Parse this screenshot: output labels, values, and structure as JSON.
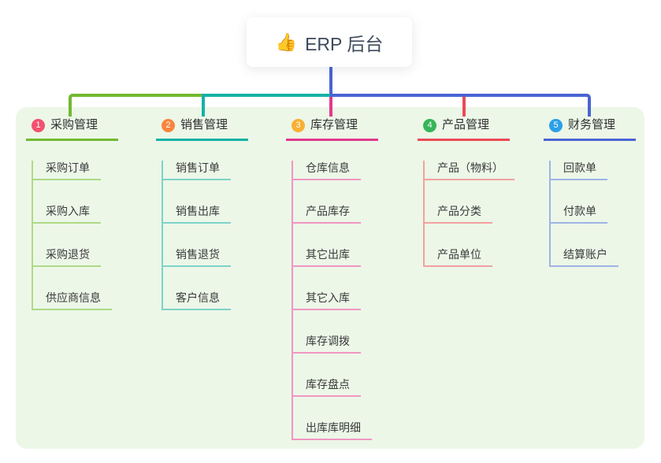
{
  "root": {
    "icon_char": "👍",
    "icon_color": "#f2c335",
    "title": "ERP 后台"
  },
  "canvas": {
    "background": "#ffffff",
    "panel_background": "#ecf7e8"
  },
  "connector": {
    "stem_color": "#4a64d4"
  },
  "branches": [
    {
      "num": "1",
      "label": "采购管理",
      "badge_color": "#f25270",
      "line_color": "#72b92f",
      "child_line_color": "#aed985",
      "children": [
        "采购订单",
        "采购入库",
        "采购退货",
        "供应商信息"
      ]
    },
    {
      "num": "2",
      "label": "销售管理",
      "badge_color": "#f9853e",
      "line_color": "#15b2a5",
      "child_line_color": "#7ed3c8",
      "children": [
        "销售订单",
        "销售出库",
        "销售退货",
        "客户信息"
      ]
    },
    {
      "num": "3",
      "label": "库存管理",
      "badge_color": "#f9b033",
      "line_color": "#e13a8c",
      "child_line_color": "#f096c1",
      "children": [
        "仓库信息",
        "产品库存",
        "其它出库",
        "其它入库",
        "库存调拨",
        "库存盘点",
        "出库库明细"
      ]
    },
    {
      "num": "4",
      "label": "产品管理",
      "badge_color": "#36b558",
      "line_color": "#eb4b56",
      "child_line_color": "#f4a0a0",
      "children": [
        "产品（物料）",
        "产品分类",
        "产品单位"
      ]
    },
    {
      "num": "5",
      "label": "财务管理",
      "badge_color": "#2ca0e8",
      "line_color": "#4a64d4",
      "child_line_color": "#9fb3e6",
      "children": [
        "回款单",
        "付款单",
        "结算账户"
      ]
    }
  ]
}
